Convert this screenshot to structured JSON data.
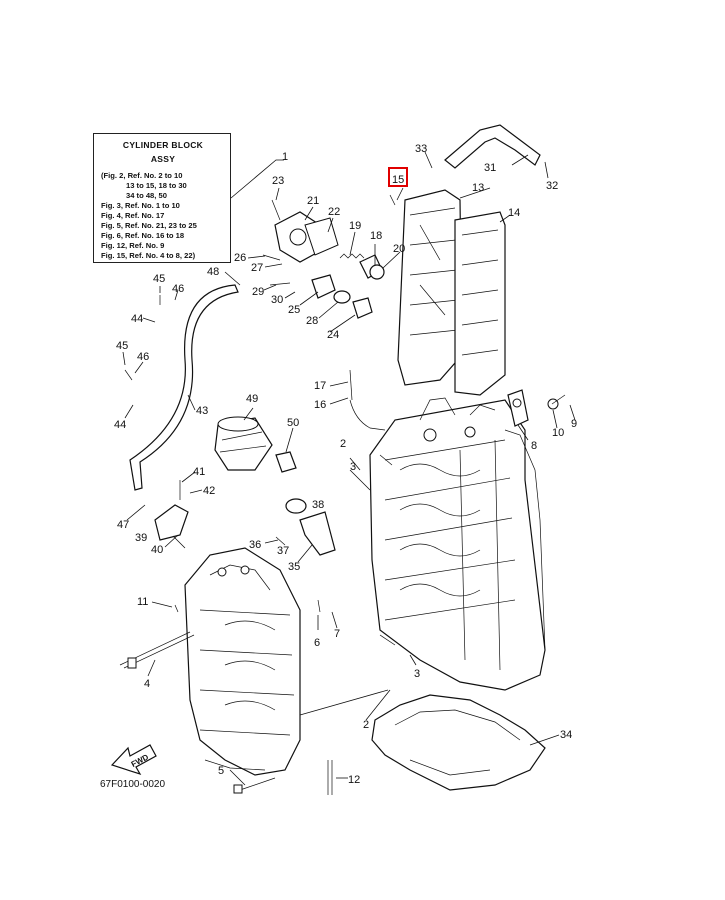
{
  "legend": {
    "title_line1": "CYLINDER BLOCK",
    "title_line2": "ASSY",
    "lines": [
      "(Fig. 2, Ref. No. 2 to 10",
      "13 to 15, 18 to 30",
      "34 to 48, 50",
      "Fig. 3, Ref. No. 1 to 10",
      "Fig. 4, Ref. No. 17",
      "Fig. 5, Ref. No. 21, 23 to 25",
      "Fig. 6, Ref. No. 16 to 18",
      "Fig. 12, Ref. No. 9",
      "Fig. 15, Ref. No. 4 to 8, 22)"
    ]
  },
  "callouts": {
    "c1": "1",
    "c2a": "2",
    "c2b": "2",
    "c3a": "3",
    "c3b": "3",
    "c4": "4",
    "c5": "5",
    "c6": "6",
    "c7": "7",
    "c8": "8",
    "c9": "9",
    "c10": "10",
    "c11": "11",
    "c12": "12",
    "c13": "13",
    "c14": "14",
    "c15": "15",
    "c16": "16",
    "c17": "17",
    "c18": "18",
    "c19": "19",
    "c20": "20",
    "c21": "21",
    "c22": "22",
    "c23": "23",
    "c24": "24",
    "c25": "25",
    "c26": "26",
    "c27": "27",
    "c28": "28",
    "c29": "29",
    "c30": "30",
    "c31": "31",
    "c32": "32",
    "c33": "33",
    "c34": "34",
    "c35": "35",
    "c36": "36",
    "c37": "37",
    "c38": "38",
    "c39": "39",
    "c40": "40",
    "c41": "41",
    "c42": "42",
    "c43": "43",
    "c44a": "44",
    "c44b": "44",
    "c45a": "45",
    "c45b": "45",
    "c46a": "46",
    "c46b": "46",
    "c47": "47",
    "c48": "48",
    "c49": "49",
    "c50": "50"
  },
  "fwd_label": "FWD",
  "drawing_code": "67F0100-0020",
  "highlight_color": "#e00000"
}
